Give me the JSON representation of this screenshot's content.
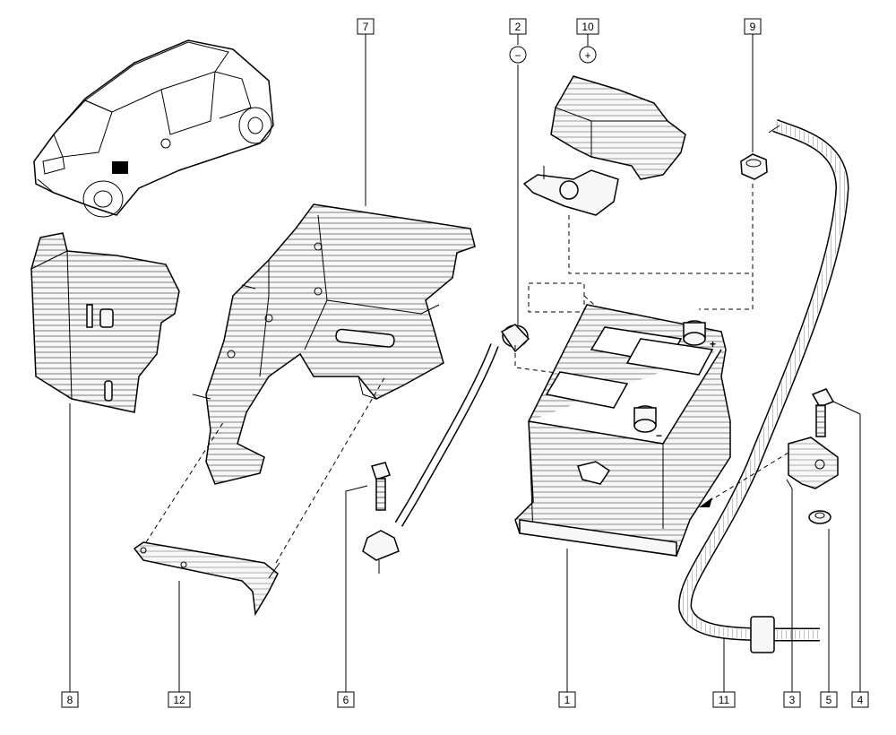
{
  "callouts": {
    "c1": "1",
    "c2": "2",
    "c3": "3",
    "c4": "4",
    "c5": "5",
    "c6": "6",
    "c7": "7",
    "c8": "8",
    "c9": "9",
    "c10": "10",
    "c11": "11",
    "c12": "12"
  },
  "terminals": {
    "negative": "−",
    "positive": "+"
  },
  "battery_marks": {
    "plus": "+",
    "minus": "−"
  }
}
